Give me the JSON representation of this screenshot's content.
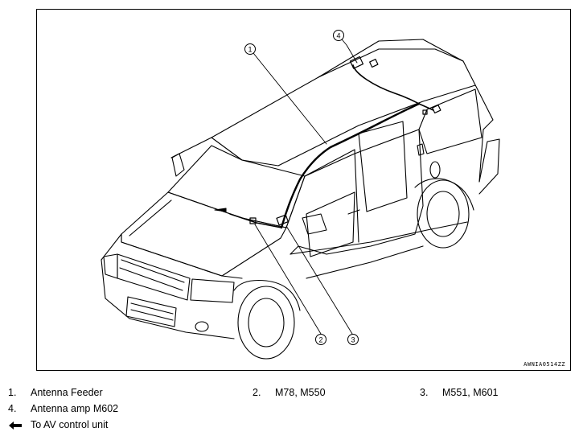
{
  "diagram": {
    "figure_code": "AWNIA0514ZZ",
    "callouts": [
      "1",
      "2",
      "3",
      "4"
    ]
  },
  "legend": {
    "items": [
      {
        "number": "1.",
        "text": "Antenna Feeder"
      },
      {
        "number": "2.",
        "text": "M78, M550"
      },
      {
        "number": "3.",
        "text": "M551, M601"
      },
      {
        "number": "4.",
        "text": "Antenna amp M602"
      }
    ],
    "arrow_text": "To AV control unit"
  }
}
